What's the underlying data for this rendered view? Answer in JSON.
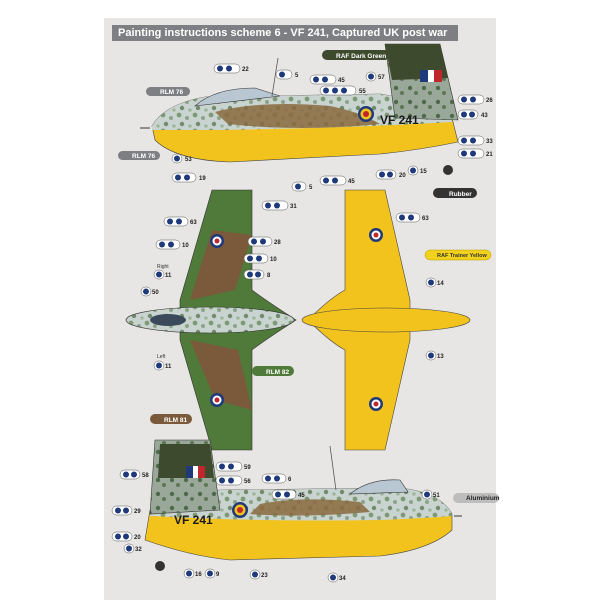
{
  "title": "Painting instructions scheme 6 - VF 241, Captured UK post war",
  "serial": "VF 241",
  "colors": {
    "rlm76": "#cfd7d9",
    "rlm81": "#7a5a3a",
    "rlm82": "#4f7a3a",
    "raf_dark_green": "#3e4a2e",
    "trainer_yellow": "#f2c31c",
    "roundel_blue": "#1f3a7a",
    "roundel_red": "#c0272d"
  },
  "paint_tags": {
    "rlm76_a": "RLM 76",
    "rlm76_b": "RLM 76",
    "raf_dark_green": "RAF Dark Green",
    "rubber": "Rubber",
    "raf_trainer_yellow": "RAF Trainer Yellow",
    "rlm82": "RLM 82",
    "rlm81": "RLM 81",
    "aluminium": "Aluminium"
  },
  "side_labels": {
    "right": "Right",
    "left": "Left"
  },
  "callouts": {
    "a1": "22",
    "a2": "5",
    "a3": "45",
    "a4": "55",
    "a5": "57",
    "a6": "26",
    "a7": "43",
    "a8": "33",
    "a9": "21",
    "a10": "53",
    "a11": "19",
    "a12": "5",
    "a13": "45",
    "a14": "20",
    "a15": "15",
    "b1": "31",
    "b2": "63",
    "b3": "10",
    "b4": "28",
    "b5": "10",
    "b6": "8",
    "b7": "11",
    "b8": "50",
    "b9": "11",
    "c1": "63",
    "c2": "14",
    "c3": "13",
    "d1": "58",
    "d2": "59",
    "d3": "56",
    "d4": "6",
    "d5": "29",
    "d6": "45",
    "d7": "51",
    "d8": "20",
    "d9": "32",
    "d10": "16",
    "d11": "9",
    "d12": "23",
    "d13": "34"
  }
}
